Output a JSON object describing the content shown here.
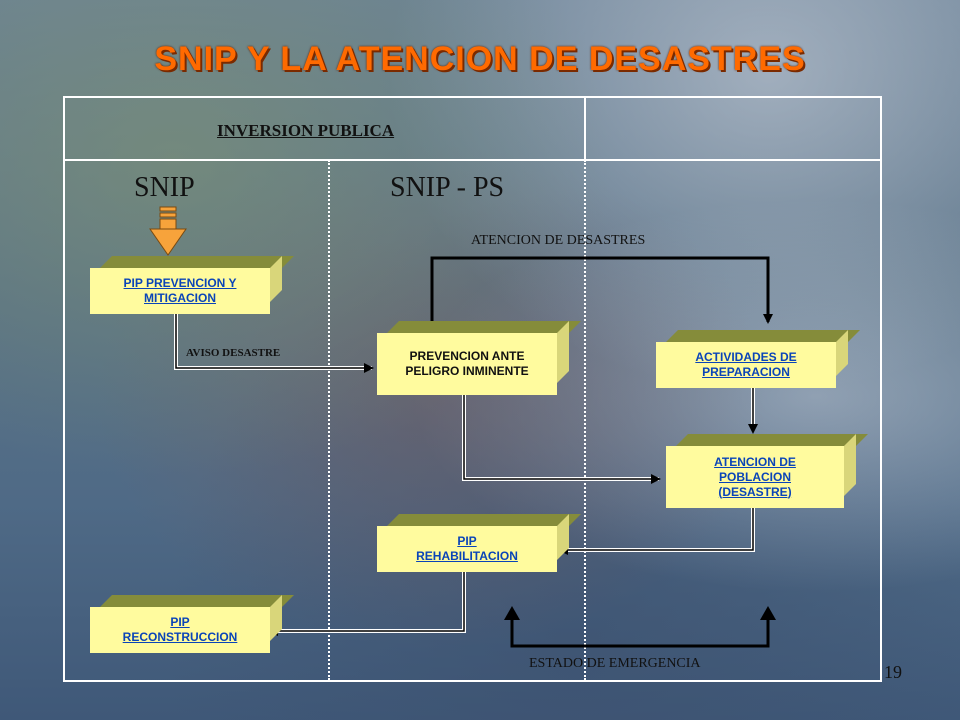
{
  "slide": {
    "title": "SNIP Y LA ATENCION DE DESASTRES",
    "page_number": "19"
  },
  "header": {
    "inversion_publica": "INVERSION PUBLICA"
  },
  "columns": {
    "snip": "SNIP",
    "snip_ps": "SNIP - PS"
  },
  "labels": {
    "atencion_desastres": "ATENCION DE DESASTRES",
    "aviso_desastre": "AVISO   DESASTRE",
    "estado_emergencia": "ESTADO DE EMERGENCIA"
  },
  "boxes": {
    "pip_prevencion": [
      "PIP  PREVENCION  Y",
      "MITIGACION"
    ],
    "prevencion_ante": [
      "PREVENCION  ANTE",
      "PELIGRO  INMINENTE"
    ],
    "actividades": [
      "ACTIVIDADES  DE",
      "PREPARACION"
    ],
    "atencion_poblacion": [
      "ATENCION  DE",
      "POBLACION",
      "(DESASTRE)"
    ],
    "pip_rehabilitacion": [
      "PIP",
      "REHABILITACION"
    ],
    "pip_reconstruccion": [
      "PIP",
      "RECONSTRUCCION"
    ]
  },
  "colors": {
    "title": "#ff6a00",
    "box_fill": "#fffb9e",
    "link_text": "#0a44b8",
    "arrow_orange": "#f7a33b"
  }
}
